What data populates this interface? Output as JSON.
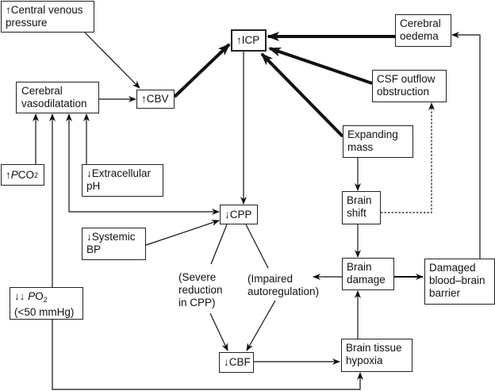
{
  "title": "Pathophysiology of raised intracranial pressure",
  "nodes": {
    "cvp": {
      "lines": [
        "↑Central venous",
        "pressure"
      ]
    },
    "vasodilatation": {
      "lines": [
        "Cerebral",
        "vasodilatation"
      ]
    },
    "cbv": {
      "lines": [
        "↑CBV"
      ]
    },
    "icp": {
      "lines": [
        "↑ICP"
      ]
    },
    "oedema": {
      "lines": [
        "Cerebral",
        "oedema"
      ]
    },
    "csf": {
      "lines": [
        "CSF outflow",
        "obstruction"
      ]
    },
    "mass": {
      "lines": [
        "Expanding",
        "mass"
      ]
    },
    "pco2": {
      "prefix": "↑",
      "italic": "P",
      "main": "CO",
      "sub": "2"
    },
    "ph": {
      "lines": [
        "↓Extracellular",
        "pH"
      ]
    },
    "cpp": {
      "lines": [
        "↓CPP"
      ]
    },
    "sbp": {
      "lines": [
        "↓Systemic",
        "BP"
      ]
    },
    "shift": {
      "lines": [
        "Brain",
        "shift"
      ]
    },
    "damage": {
      "lines": [
        "Brain",
        "damage"
      ]
    },
    "bbb": {
      "lines": [
        "Damaged",
        "blood–brain",
        "barrier"
      ]
    },
    "po2": {
      "prefix": "↓↓ ",
      "italic": "P",
      "main": "O",
      "sub": "2",
      "line2": "(<50 mmHg)"
    },
    "cbf": {
      "lines": [
        "↓CBF"
      ]
    },
    "hypoxia": {
      "lines": [
        "Brain tissue",
        "hypoxia"
      ]
    }
  },
  "annotations": {
    "severe": {
      "lines": [
        "(Severe",
        "reduction",
        "in CPP)"
      ]
    },
    "impaired": {
      "lines": [
        "(Impaired",
        "autoregulation)"
      ]
    }
  },
  "edges": [
    {
      "from": "cvp",
      "to": "cbv",
      "style": "thin"
    },
    {
      "from": "vasodilatation",
      "to": "cbv",
      "style": "thin"
    },
    {
      "from": "cbv",
      "to": "icp",
      "style": "bold"
    },
    {
      "from": "oedema",
      "to": "icp",
      "style": "bold"
    },
    {
      "from": "csf",
      "to": "icp",
      "style": "bold"
    },
    {
      "from": "mass",
      "to": "icp",
      "style": "bold"
    },
    {
      "from": "pco2",
      "to": "vasodilatation",
      "style": "thin"
    },
    {
      "from": "ph",
      "to": "vasodilatation",
      "style": "thin"
    },
    {
      "from": "cpp",
      "to": "vasodilatation",
      "style": "thin"
    },
    {
      "from": "po2",
      "to": "vasodilatation",
      "style": "thin"
    },
    {
      "from": "icp",
      "to": "cpp",
      "style": "thin"
    },
    {
      "from": "sbp",
      "to": "cpp",
      "style": "thin"
    },
    {
      "from": "cpp",
      "to": "cbf",
      "style": "thin",
      "via": "severe"
    },
    {
      "from": "cpp",
      "to": "cbf",
      "style": "thin",
      "via": "impaired"
    },
    {
      "from": "mass",
      "to": "shift",
      "style": "thin"
    },
    {
      "from": "shift",
      "to": "csf",
      "style": "dashed"
    },
    {
      "from": "shift",
      "to": "damage",
      "style": "thin"
    },
    {
      "from": "damage",
      "to": "impaired",
      "style": "thin"
    },
    {
      "from": "damage",
      "to": "bbb",
      "style": "medium"
    },
    {
      "from": "bbb",
      "to": "oedema",
      "style": "thin"
    },
    {
      "from": "cbf",
      "to": "hypoxia",
      "style": "thin"
    },
    {
      "from": "po2",
      "to": "hypoxia",
      "style": "thin"
    },
    {
      "from": "hypoxia",
      "to": "damage",
      "style": "thin"
    }
  ]
}
